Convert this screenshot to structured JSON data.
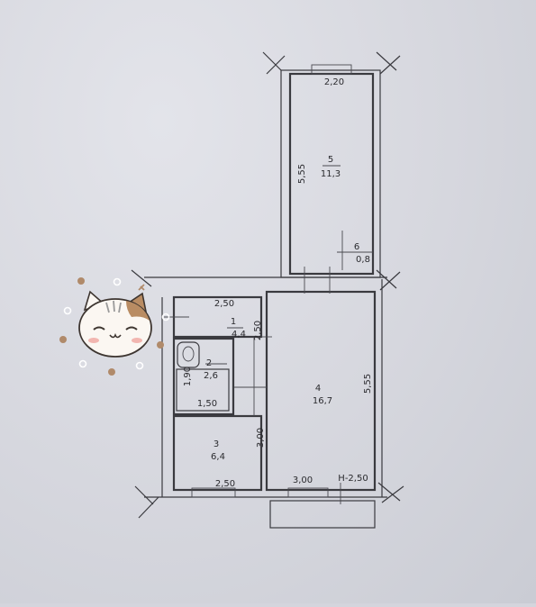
{
  "rooms": [
    {
      "id": "1",
      "area": "4,4"
    },
    {
      "id": "2",
      "area": "2,6"
    },
    {
      "id": "3",
      "area": "6,4"
    },
    {
      "id": "4",
      "area": "16,7"
    },
    {
      "id": "5",
      "area": "11,3"
    },
    {
      "id": "6",
      "area": "0,8"
    }
  ],
  "dimensions": {
    "room5_width": "2,20",
    "room5_length": "5,55",
    "room1_width": "2,50",
    "room1_depth": "2,50",
    "room2_width": "1,50",
    "room2_depth": "1,90",
    "room3_depth": "3,00",
    "room3_width": "2,50",
    "room4_length": "5,55",
    "room4_width": "3,00",
    "ceiling_height": "H-2,50"
  },
  "sticker": {
    "icon": "cat-face-icon"
  }
}
